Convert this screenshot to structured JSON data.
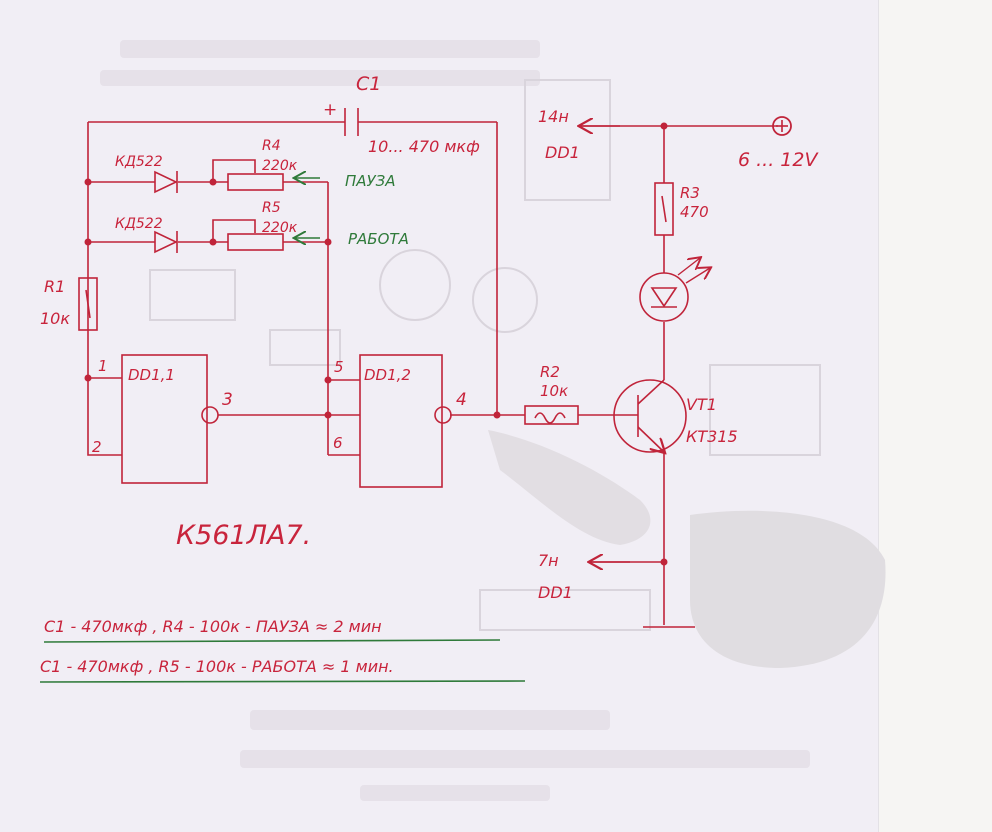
{
  "labels": {
    "c1_name": "C1",
    "c1_plus": "+",
    "c1_value": "10... 470 мкф",
    "pin14": "14н",
    "pin14_chip": "DD1",
    "power": "6 ... 12V",
    "d1_name": "КД522",
    "d2_name": "КД522",
    "r4_name": "R4",
    "r4_value": "220к",
    "r5_name": "R5",
    "r5_value": "220к",
    "pause": "ПАУЗА",
    "work": "РАБОТА",
    "r3_name": "R3",
    "r3_value": "470",
    "r1_name": "R1",
    "r1_value": "10к",
    "dd11": "DD1,1",
    "dd12": "DD1,2",
    "pin1": "1",
    "pin2": "2",
    "pin3": "3",
    "pin4": "4",
    "pin5": "5",
    "pin6": "6",
    "r2_name": "R2",
    "r2_value": "10к",
    "vt1_name": "VT1",
    "vt1_type": "КТ315",
    "chip": "К561ЛА7.",
    "pin7": "7н",
    "pin7_chip": "DD1",
    "note1": "C1 - 470мкф , R4 - 100к - ПАУЗА ≈ 2 мин",
    "note2": "C1 - 470мкф , R5 - 100к - РАБОТА ≈ 1 мин."
  }
}
